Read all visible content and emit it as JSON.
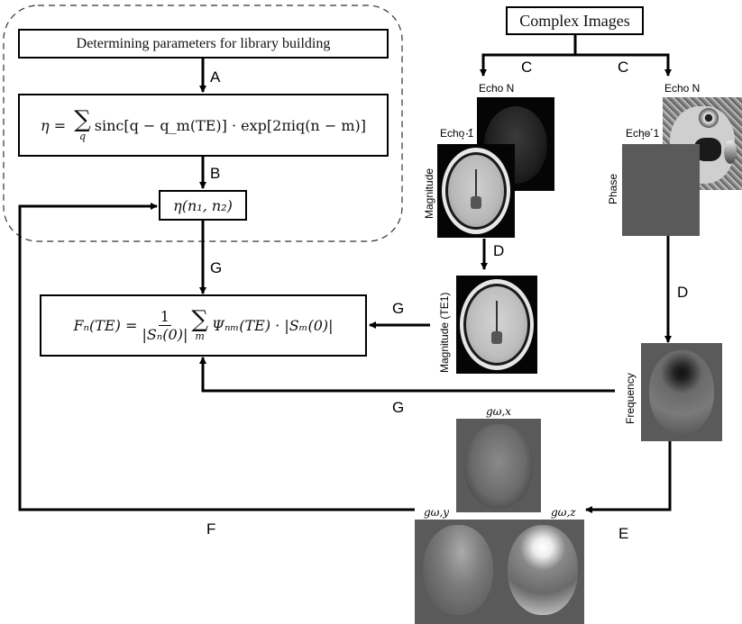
{
  "boxes": {
    "params": "Determining parameters for library building",
    "eta_eq": "η = ∑_q sinc[q − q_m(TE)] · exp[2πiq(n − m)]",
    "eta_lhs": "η = ",
    "eta_sum_sub": "q",
    "eta_rhs": "sinc[q − q_m(TE)] · exp[2πiq(n − m)]",
    "eta_n": "η(n₁, n₂)",
    "fn_lhs": "Fₙ(TE) = ",
    "fn_num": "1",
    "fn_den": "|Sₙ(0)|",
    "fn_sum_sub": "m",
    "fn_rhs": "Ψₙₘ(TE) · |Sₘ(0)|",
    "complex": "Complex Images"
  },
  "edges": {
    "A": "A",
    "B": "B",
    "C1": "C",
    "C2": "C",
    "D1": "D",
    "D2": "D",
    "E": "E",
    "F": "F",
    "G1": "G",
    "G2": "G",
    "G3": "G"
  },
  "images": {
    "echo_n_mag": "Echo N",
    "echo_1_mag": "Echo 1",
    "echo_n_phase": "Echo N",
    "echo_1_phase": "Echo 1",
    "magnitude": "Magnitude",
    "phase": "Phase",
    "magnitude_te1": "Magnitude (TE1)",
    "frequency": "Frequency",
    "gx": "gω,x",
    "gy": "gω,y",
    "gz": "gω,z",
    "dots": "⋰"
  },
  "colors": {
    "line": "#000000",
    "panel_gray": "#5a5a5a",
    "mri_dark": "#0a0a0a"
  }
}
